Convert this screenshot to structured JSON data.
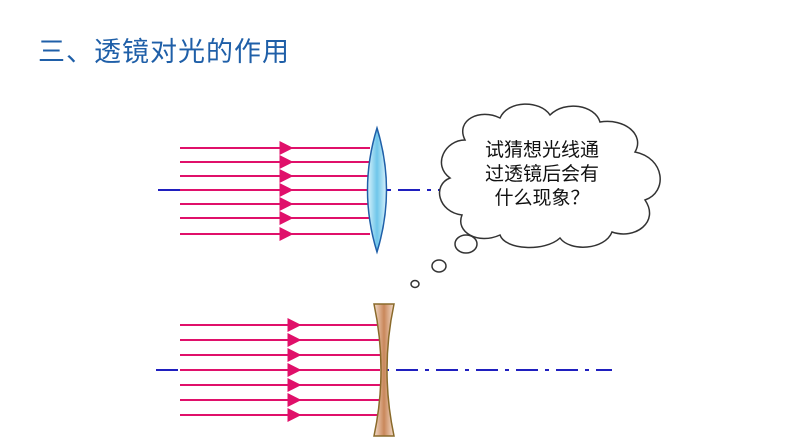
{
  "title": "三、透镜对光的作用",
  "bubble": {
    "lines": [
      "试猜想光线通",
      "过透镜后会有",
      "什么现象？"
    ]
  },
  "colors": {
    "title": "#1f5fa8",
    "ray": "#e0106a",
    "axis": "#1f1fbf",
    "convex_lens": "#6ec6ea",
    "concave_lens": "#c9875a"
  },
  "icons": [
    "convex-lens-icon",
    "concave-lens-icon",
    "thought-cloud-icon"
  ]
}
